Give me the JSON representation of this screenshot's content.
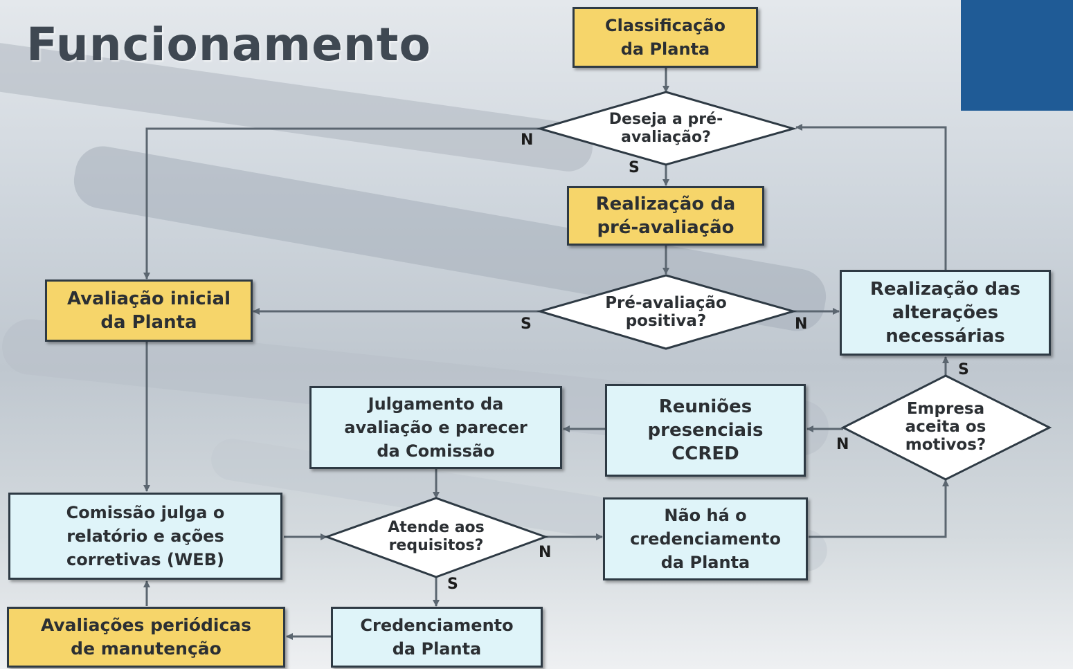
{
  "title": "Funcionamento",
  "nodes": {
    "classificacao": "Classificação\nda Planta",
    "deseja_pre": "Deseja a pré-\navaliação?",
    "realizacao_pre": "Realização da\npré-avaliação",
    "pre_positiva": "Pré-avaliação\npositiva?",
    "avaliacao_inicial": "Avaliação inicial\nda Planta",
    "realizacao_alteracoes": "Realização das\nalterações\nnecessárias",
    "empresa_aceita": "Empresa\naceita os\nmotivos?",
    "reunioes": "Reuniões\npresenciais\nCCRED",
    "julgamento": "Julgamento da\navaliação e parecer\nda Comissão",
    "comissao_julga": "Comissão julga o\nrelatório e ações\ncorretivas (WEB)",
    "atende": "Atende aos\nrequisitos?",
    "nao_ha": "Não há o\ncredenciamento\nda Planta",
    "avaliacoes_periodicas": "Avaliações periódicas\nde manutenção",
    "credenciamento": "Credenciamento\nda Planta"
  },
  "labels": {
    "deseja_n": "N",
    "deseja_s": "S",
    "pre_s": "S",
    "pre_n": "N",
    "empresa_s": "S",
    "empresa_n": "N",
    "atende_n": "N",
    "atende_s": "S"
  },
  "colors": {
    "process_yellow": "#f6d56a",
    "process_cyan": "#dff4f9",
    "corner_blue": "#1f5b96",
    "line": "#5b6670"
  }
}
